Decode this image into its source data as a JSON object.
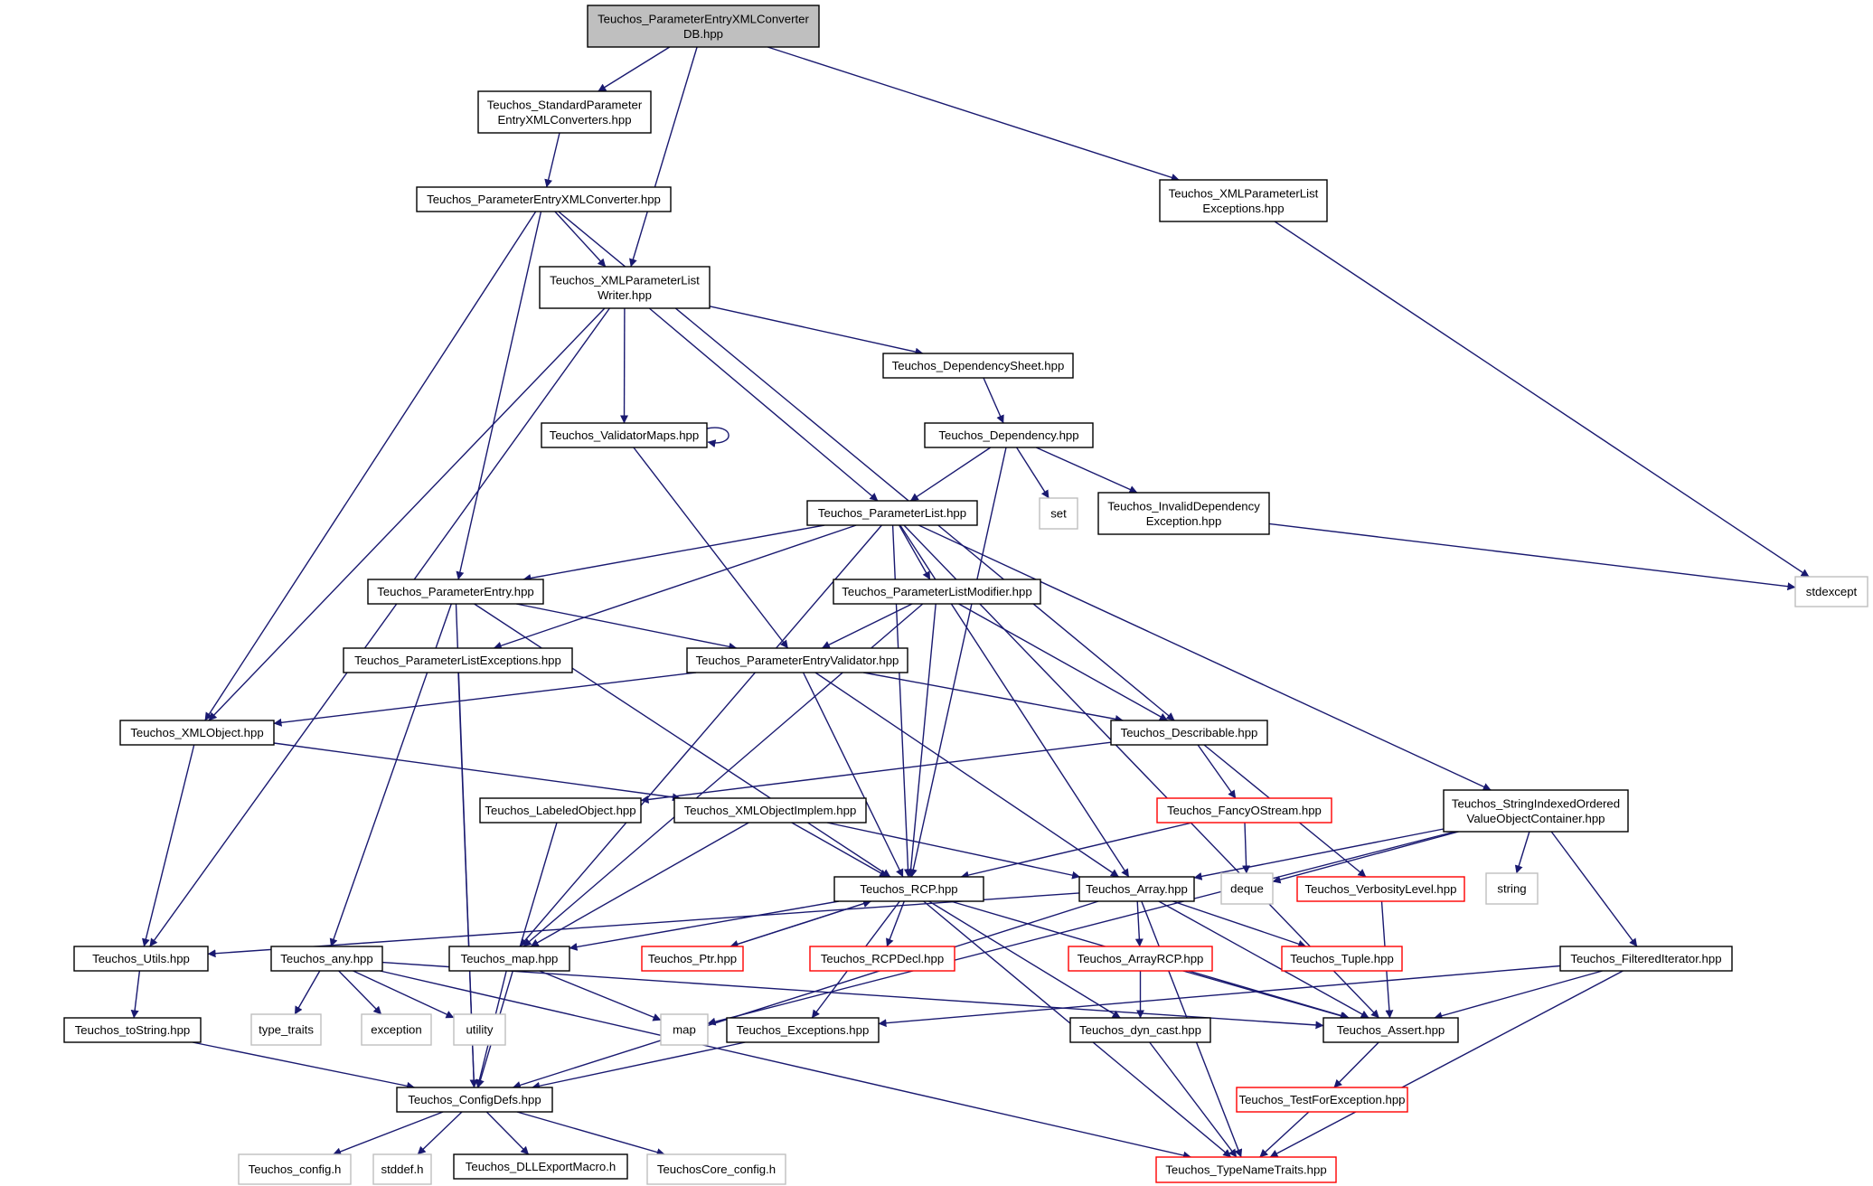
{
  "colors": {
    "edge": "#191970",
    "node_border": "#000000",
    "root_fill": "#bfbfbf",
    "truncated_border": "#ff0000",
    "external_border": "#bfbfbf"
  },
  "nodes": {
    "root": {
      "lines": [
        "Teuchos_ParameterEntryXMLConverter",
        "DB.hpp"
      ],
      "kind": "root"
    },
    "stdconv": {
      "lines": [
        "Teuchos_StandardParameter",
        "EntryXMLConverters.hpp"
      ],
      "kind": "normal"
    },
    "pexc": {
      "lines": [
        "Teuchos_ParameterEntryXMLConverter.hpp"
      ],
      "kind": "normal"
    },
    "xplexc": {
      "lines": [
        "Teuchos_XMLParameterList",
        "Exceptions.hpp"
      ],
      "kind": "normal"
    },
    "xplw": {
      "lines": [
        "Teuchos_XMLParameterList",
        "Writer.hpp"
      ],
      "kind": "normal"
    },
    "depsheet": {
      "lines": [
        "Teuchos_DependencySheet.hpp"
      ],
      "kind": "normal"
    },
    "valmaps": {
      "lines": [
        "Teuchos_ValidatorMaps.hpp"
      ],
      "kind": "normal"
    },
    "dep": {
      "lines": [
        "Teuchos_Dependency.hpp"
      ],
      "kind": "normal"
    },
    "set": {
      "lines": [
        "set"
      ],
      "kind": "external"
    },
    "invdep": {
      "lines": [
        "Teuchos_InvalidDependency",
        "Exception.hpp"
      ],
      "kind": "normal"
    },
    "plist": {
      "lines": [
        "Teuchos_ParameterList.hpp"
      ],
      "kind": "normal"
    },
    "stdexcept": {
      "lines": [
        "stdexcept"
      ],
      "kind": "external"
    },
    "pentry": {
      "lines": [
        "Teuchos_ParameterEntry.hpp"
      ],
      "kind": "normal"
    },
    "plmod": {
      "lines": [
        "Teuchos_ParameterListModifier.hpp"
      ],
      "kind": "normal"
    },
    "plexc": {
      "lines": [
        "Teuchos_ParameterListExceptions.hpp"
      ],
      "kind": "normal"
    },
    "pev": {
      "lines": [
        "Teuchos_ParameterEntryValidator.hpp"
      ],
      "kind": "normal"
    },
    "xmlobj": {
      "lines": [
        "Teuchos_XMLObject.hpp"
      ],
      "kind": "normal"
    },
    "desc": {
      "lines": [
        "Teuchos_Describable.hpp"
      ],
      "kind": "normal"
    },
    "labeled": {
      "lines": [
        "Teuchos_LabeledObject.hpp"
      ],
      "kind": "normal"
    },
    "xmlimpl": {
      "lines": [
        "Teuchos_XMLObjectImplem.hpp"
      ],
      "kind": "normal"
    },
    "fancy": {
      "lines": [
        "Teuchos_FancyOStream.hpp"
      ],
      "kind": "truncated"
    },
    "sivoc": {
      "lines": [
        "Teuchos_StringIndexedOrdered",
        "ValueObjectContainer.hpp"
      ],
      "kind": "normal"
    },
    "rcp": {
      "lines": [
        "Teuchos_RCP.hpp"
      ],
      "kind": "normal"
    },
    "array": {
      "lines": [
        "Teuchos_Array.hpp"
      ],
      "kind": "normal"
    },
    "deque": {
      "lines": [
        "deque"
      ],
      "kind": "external"
    },
    "verb": {
      "lines": [
        "Teuchos_VerbosityLevel.hpp"
      ],
      "kind": "truncated"
    },
    "string": {
      "lines": [
        "string"
      ],
      "kind": "external"
    },
    "utils": {
      "lines": [
        "Teuchos_Utils.hpp"
      ],
      "kind": "normal"
    },
    "any": {
      "lines": [
        "Teuchos_any.hpp"
      ],
      "kind": "normal"
    },
    "map_hpp": {
      "lines": [
        "Teuchos_map.hpp"
      ],
      "kind": "normal"
    },
    "ptr": {
      "lines": [
        "Teuchos_Ptr.hpp"
      ],
      "kind": "truncated"
    },
    "rcpdecl": {
      "lines": [
        "Teuchos_RCPDecl.hpp"
      ],
      "kind": "truncated"
    },
    "arcp": {
      "lines": [
        "Teuchos_ArrayRCP.hpp"
      ],
      "kind": "truncated"
    },
    "tuple": {
      "lines": [
        "Teuchos_Tuple.hpp"
      ],
      "kind": "truncated"
    },
    "filt": {
      "lines": [
        "Teuchos_FilteredIterator.hpp"
      ],
      "kind": "normal"
    },
    "tostr": {
      "lines": [
        "Teuchos_toString.hpp"
      ],
      "kind": "normal"
    },
    "typetraits": {
      "lines": [
        "type_traits"
      ],
      "kind": "external"
    },
    "exception": {
      "lines": [
        "exception"
      ],
      "kind": "external"
    },
    "utility": {
      "lines": [
        "utility"
      ],
      "kind": "external"
    },
    "map": {
      "lines": [
        "map"
      ],
      "kind": "external"
    },
    "exc": {
      "lines": [
        "Teuchos_Exceptions.hpp"
      ],
      "kind": "normal"
    },
    "dyncast": {
      "lines": [
        "Teuchos_dyn_cast.hpp"
      ],
      "kind": "normal"
    },
    "assert": {
      "lines": [
        "Teuchos_Assert.hpp"
      ],
      "kind": "normal"
    },
    "testfe": {
      "lines": [
        "Teuchos_TestForException.hpp"
      ],
      "kind": "truncated"
    },
    "cfg": {
      "lines": [
        "Teuchos_ConfigDefs.hpp"
      ],
      "kind": "normal"
    },
    "tconfig": {
      "lines": [
        "Teuchos_config.h"
      ],
      "kind": "external"
    },
    "stddef": {
      "lines": [
        "stddef.h"
      ],
      "kind": "external"
    },
    "dll": {
      "lines": [
        "Teuchos_DLLExportMacro.h"
      ],
      "kind": "normal"
    },
    "coreconfig": {
      "lines": [
        "TeuchosCore_config.h"
      ],
      "kind": "external"
    },
    "tnt": {
      "lines": [
        "Teuchos_TypeNameTraits.hpp"
      ],
      "kind": "truncated"
    }
  },
  "edges": [
    [
      "root",
      "stdconv"
    ],
    [
      "root",
      "xplw"
    ],
    [
      "root",
      "xplexc"
    ],
    [
      "stdconv",
      "pexc"
    ],
    [
      "pexc",
      "xplw"
    ],
    [
      "pexc",
      "pentry"
    ],
    [
      "pexc",
      "xmlobj"
    ],
    [
      "pexc",
      "desc"
    ],
    [
      "xplexc",
      "stdexcept"
    ],
    [
      "xplw",
      "depsheet"
    ],
    [
      "xplw",
      "valmaps"
    ],
    [
      "xplw",
      "plist"
    ],
    [
      "xplw",
      "xmlobj"
    ],
    [
      "xplw",
      "utils"
    ],
    [
      "depsheet",
      "dep"
    ],
    [
      "valmaps",
      "valmaps"
    ],
    [
      "valmaps",
      "pev"
    ],
    [
      "dep",
      "plist"
    ],
    [
      "dep",
      "set"
    ],
    [
      "dep",
      "invdep"
    ],
    [
      "dep",
      "rcp"
    ],
    [
      "invdep",
      "stdexcept"
    ],
    [
      "plist",
      "pentry"
    ],
    [
      "plist",
      "plexc"
    ],
    [
      "plist",
      "plmod"
    ],
    [
      "plist",
      "sivoc"
    ],
    [
      "plist",
      "array"
    ],
    [
      "plist",
      "rcp"
    ],
    [
      "plist",
      "map_hpp"
    ],
    [
      "plist",
      "assert"
    ],
    [
      "pentry",
      "pev"
    ],
    [
      "pentry",
      "any"
    ],
    [
      "pentry",
      "rcp"
    ],
    [
      "pentry",
      "cfg"
    ],
    [
      "plmod",
      "pev"
    ],
    [
      "plmod",
      "desc"
    ],
    [
      "plmod",
      "rcp"
    ],
    [
      "plmod",
      "map_hpp"
    ],
    [
      "plexc",
      "cfg"
    ],
    [
      "pev",
      "xmlobj"
    ],
    [
      "pev",
      "desc"
    ],
    [
      "pev",
      "rcp"
    ],
    [
      "pev",
      "array"
    ],
    [
      "xmlobj",
      "xmlimpl"
    ],
    [
      "xmlobj",
      "utils"
    ],
    [
      "desc",
      "labeled"
    ],
    [
      "desc",
      "fancy"
    ],
    [
      "desc",
      "verb"
    ],
    [
      "xmlimpl",
      "rcp"
    ],
    [
      "xmlimpl",
      "array"
    ],
    [
      "xmlimpl",
      "map_hpp"
    ],
    [
      "labeled",
      "cfg"
    ],
    [
      "fancy",
      "rcp"
    ],
    [
      "fancy",
      "deque"
    ],
    [
      "sivoc",
      "array"
    ],
    [
      "sivoc",
      "deque"
    ],
    [
      "sivoc",
      "string"
    ],
    [
      "sivoc",
      "filt"
    ],
    [
      "sivoc",
      "map"
    ],
    [
      "rcp",
      "ptr"
    ],
    [
      "rcp",
      "rcpdecl"
    ],
    [
      "rcp",
      "map_hpp"
    ],
    [
      "rcp",
      "exc"
    ],
    [
      "rcp",
      "dyncast"
    ],
    [
      "rcp",
      "assert"
    ],
    [
      "rcp",
      "tnt"
    ],
    [
      "ptr",
      "rcp"
    ],
    [
      "array",
      "utils"
    ],
    [
      "array",
      "arcp"
    ],
    [
      "array",
      "tuple"
    ],
    [
      "array",
      "assert"
    ],
    [
      "array",
      "cfg"
    ],
    [
      "array",
      "tnt"
    ],
    [
      "verb",
      "assert"
    ],
    [
      "utils",
      "tostr"
    ],
    [
      "any",
      "typetraits"
    ],
    [
      "any",
      "exception"
    ],
    [
      "any",
      "utility"
    ],
    [
      "any",
      "assert"
    ],
    [
      "any",
      "tnt"
    ],
    [
      "map_hpp",
      "map"
    ],
    [
      "map_hpp",
      "cfg"
    ],
    [
      "arcp",
      "dyncast"
    ],
    [
      "arcp",
      "assert"
    ],
    [
      "filt",
      "exc"
    ],
    [
      "filt",
      "assert"
    ],
    [
      "filt",
      "tnt"
    ],
    [
      "tostr",
      "cfg"
    ],
    [
      "exc",
      "cfg"
    ],
    [
      "dyncast",
      "tnt"
    ],
    [
      "assert",
      "testfe"
    ],
    [
      "testfe",
      "tnt"
    ],
    [
      "cfg",
      "tconfig"
    ],
    [
      "cfg",
      "stddef"
    ],
    [
      "cfg",
      "dll"
    ],
    [
      "cfg",
      "coreconfig"
    ]
  ]
}
